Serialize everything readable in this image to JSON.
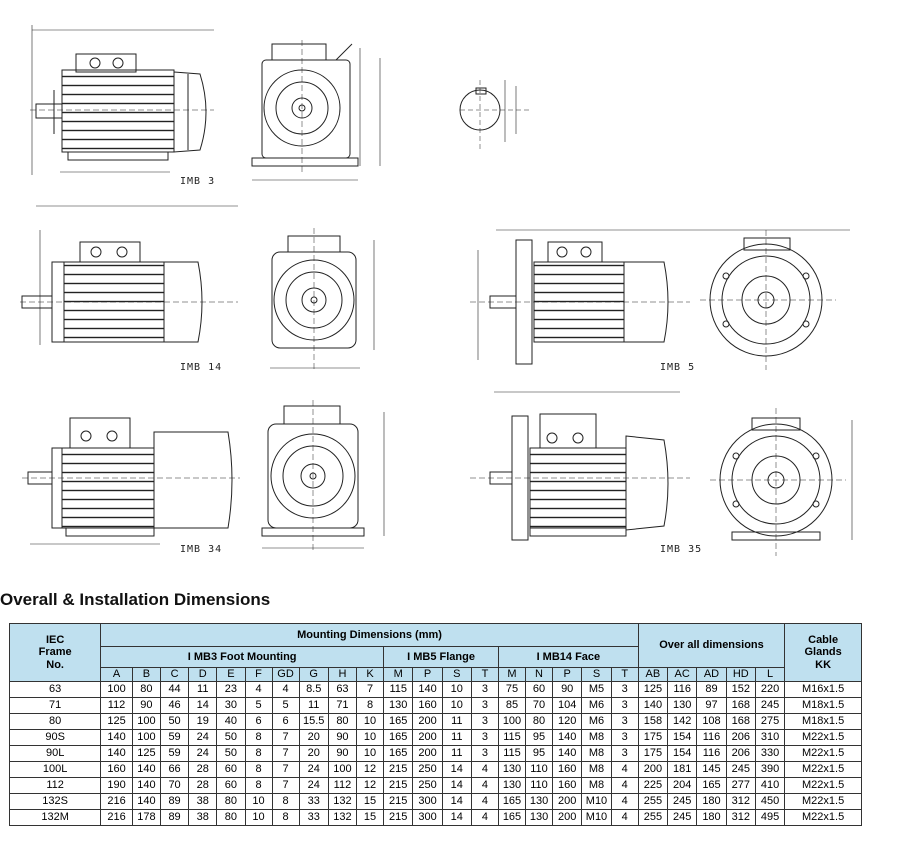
{
  "drawings": {
    "labels": [
      "IMB 3",
      "IMB 14",
      "IMB 5",
      "IMB 34",
      "IMB 35"
    ]
  },
  "section": {
    "title": "Overall & Installation Dimensions"
  },
  "table": {
    "header": {
      "frame_line1": "IEC",
      "frame_line2": "Frame",
      "frame_line3": "No.",
      "mounting": "Mounting Dimensions (mm)",
      "foot": "I MB3 Foot Mounting",
      "flange": "I MB5 Flange",
      "face": "I MB14 Face",
      "overall": "Over all dimensions",
      "glands_line1": "Cable",
      "glands_line2": "Glands",
      "glands_line3": "KK"
    },
    "columns": [
      "A",
      "B",
      "C",
      "D",
      "E",
      "F",
      "GD",
      "G",
      "H",
      "K",
      "M",
      "P",
      "S",
      "T",
      "M",
      "N",
      "P",
      "S",
      "T",
      "AB",
      "AC",
      "AD",
      "HD",
      "L"
    ],
    "rows": [
      [
        "63",
        "100",
        "80",
        "44",
        "11",
        "23",
        "4",
        "4",
        "8.5",
        "63",
        "7",
        "115",
        "140",
        "10",
        "3",
        "75",
        "60",
        "90",
        "M5",
        "3",
        "125",
        "116",
        "89",
        "152",
        "220",
        "M16x1.5"
      ],
      [
        "71",
        "112",
        "90",
        "46",
        "14",
        "30",
        "5",
        "5",
        "11",
        "71",
        "8",
        "130",
        "160",
        "10",
        "3",
        "85",
        "70",
        "104",
        "M6",
        "3",
        "140",
        "130",
        "97",
        "168",
        "245",
        "M18x1.5"
      ],
      [
        "80",
        "125",
        "100",
        "50",
        "19",
        "40",
        "6",
        "6",
        "15.5",
        "80",
        "10",
        "165",
        "200",
        "11",
        "3",
        "100",
        "80",
        "120",
        "M6",
        "3",
        "158",
        "142",
        "108",
        "168",
        "275",
        "M18x1.5"
      ],
      [
        "90S",
        "140",
        "100",
        "59",
        "24",
        "50",
        "8",
        "7",
        "20",
        "90",
        "10",
        "165",
        "200",
        "11",
        "3",
        "115",
        "95",
        "140",
        "M8",
        "3",
        "175",
        "154",
        "116",
        "206",
        "310",
        "M22x1.5"
      ],
      [
        "90L",
        "140",
        "125",
        "59",
        "24",
        "50",
        "8",
        "7",
        "20",
        "90",
        "10",
        "165",
        "200",
        "11",
        "3",
        "115",
        "95",
        "140",
        "M8",
        "3",
        "175",
        "154",
        "116",
        "206",
        "330",
        "M22x1.5"
      ],
      [
        "100L",
        "160",
        "140",
        "66",
        "28",
        "60",
        "8",
        "7",
        "24",
        "100",
        "12",
        "215",
        "250",
        "14",
        "4",
        "130",
        "110",
        "160",
        "M8",
        "4",
        "200",
        "181",
        "145",
        "245",
        "390",
        "M22x1.5"
      ],
      [
        "112",
        "190",
        "140",
        "70",
        "28",
        "60",
        "8",
        "7",
        "24",
        "112",
        "12",
        "215",
        "250",
        "14",
        "4",
        "130",
        "110",
        "160",
        "M8",
        "4",
        "225",
        "204",
        "165",
        "277",
        "410",
        "M22x1.5"
      ],
      [
        "132S",
        "216",
        "140",
        "89",
        "38",
        "80",
        "10",
        "8",
        "33",
        "132",
        "15",
        "215",
        "300",
        "14",
        "4",
        "165",
        "130",
        "200",
        "M10",
        "4",
        "255",
        "245",
        "180",
        "312",
        "450",
        "M22x1.5"
      ],
      [
        "132M",
        "216",
        "178",
        "89",
        "38",
        "80",
        "10",
        "8",
        "33",
        "132",
        "15",
        "215",
        "300",
        "14",
        "4",
        "165",
        "130",
        "200",
        "M10",
        "4",
        "255",
        "245",
        "180",
        "312",
        "495",
        "M22x1.5"
      ]
    ]
  }
}
